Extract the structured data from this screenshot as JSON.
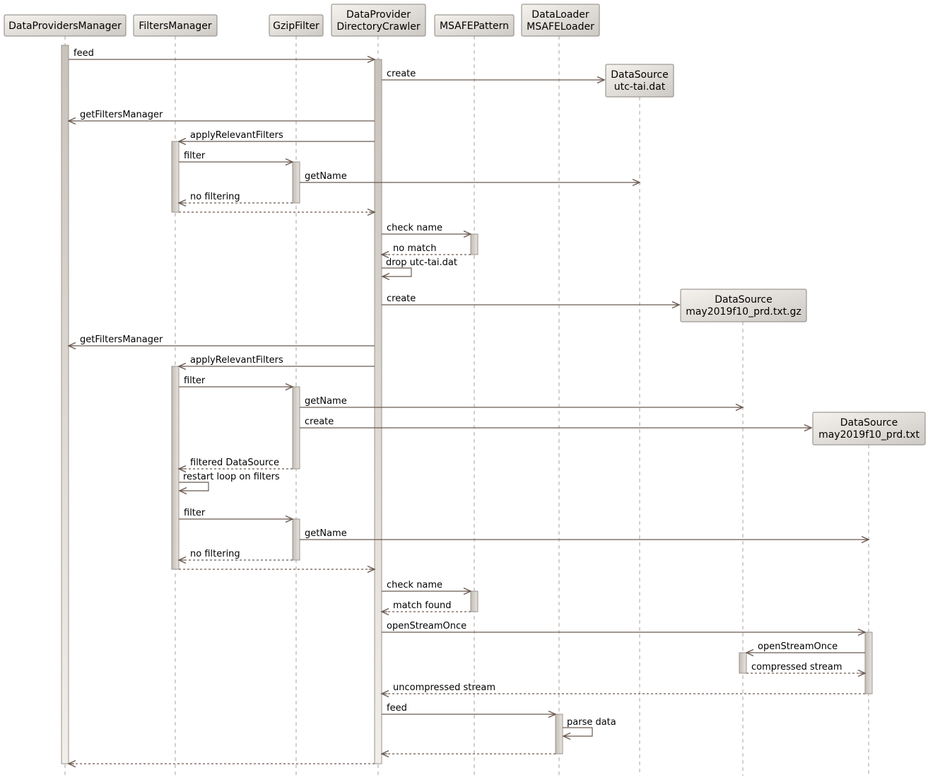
{
  "participants": [
    {
      "id": "dpm",
      "lines": [
        "DataProvidersManager"
      ]
    },
    {
      "id": "fm",
      "lines": [
        "FiltersManager"
      ]
    },
    {
      "id": "gz",
      "lines": [
        "GzipFilter"
      ]
    },
    {
      "id": "crawler",
      "lines": [
        "DataProvider",
        "DirectoryCrawler"
      ]
    },
    {
      "id": "msafe",
      "lines": [
        "MSAFEPattern"
      ]
    },
    {
      "id": "loader",
      "lines": [
        "DataLoader",
        "MSAFELoader"
      ]
    },
    {
      "id": "ds1",
      "lines": [
        "DataSource",
        "utc-tai.dat"
      ]
    },
    {
      "id": "ds2",
      "lines": [
        "DataSource",
        "may2019f10_prd.txt.gz"
      ]
    },
    {
      "id": "ds3",
      "lines": [
        "DataSource",
        "may2019f10_prd.txt"
      ]
    }
  ],
  "messages": [
    {
      "from": "dpm",
      "to": "crawler",
      "label": "feed",
      "style": "solid"
    },
    {
      "from": "crawler",
      "to": "ds1",
      "label": "create",
      "style": "solid"
    },
    {
      "from": "crawler",
      "to": "dpm",
      "label": "getFiltersManager",
      "style": "solid"
    },
    {
      "from": "crawler",
      "to": "fm",
      "label": "applyRelevantFilters",
      "style": "solid"
    },
    {
      "from": "fm",
      "to": "gz",
      "label": "filter",
      "style": "solid"
    },
    {
      "from": "gz",
      "to": "ds1",
      "label": "getName",
      "style": "solid"
    },
    {
      "from": "gz",
      "to": "fm",
      "label": "no filtering",
      "style": "dashed"
    },
    {
      "from": "fm",
      "to": "crawler",
      "label": "",
      "style": "dashed"
    },
    {
      "from": "crawler",
      "to": "msafe",
      "label": "check name",
      "style": "solid"
    },
    {
      "from": "msafe",
      "to": "crawler",
      "label": "no match",
      "style": "dashed"
    },
    {
      "from": "crawler",
      "to": "crawler",
      "label": "drop utc-tai.dat",
      "style": "solid"
    },
    {
      "from": "crawler",
      "to": "ds2",
      "label": "create",
      "style": "solid"
    },
    {
      "from": "crawler",
      "to": "dpm",
      "label": "getFiltersManager",
      "style": "solid"
    },
    {
      "from": "crawler",
      "to": "fm",
      "label": "applyRelevantFilters",
      "style": "solid"
    },
    {
      "from": "fm",
      "to": "gz",
      "label": "filter",
      "style": "solid"
    },
    {
      "from": "gz",
      "to": "ds2",
      "label": "getName",
      "style": "solid"
    },
    {
      "from": "gz",
      "to": "ds3",
      "label": "create",
      "style": "solid"
    },
    {
      "from": "gz",
      "to": "fm",
      "label": "filtered DataSource",
      "style": "dashed"
    },
    {
      "from": "fm",
      "to": "fm",
      "label": "restart loop on filters",
      "style": "solid"
    },
    {
      "from": "fm",
      "to": "gz",
      "label": "filter",
      "style": "solid"
    },
    {
      "from": "gz",
      "to": "ds3",
      "label": "getName",
      "style": "solid"
    },
    {
      "from": "gz",
      "to": "fm",
      "label": "no filtering",
      "style": "dashed"
    },
    {
      "from": "fm",
      "to": "crawler",
      "label": "",
      "style": "dashed"
    },
    {
      "from": "crawler",
      "to": "msafe",
      "label": "check name",
      "style": "solid"
    },
    {
      "from": "msafe",
      "to": "crawler",
      "label": "match found",
      "style": "dashed"
    },
    {
      "from": "crawler",
      "to": "ds3",
      "label": "openStreamOnce",
      "style": "solid"
    },
    {
      "from": "ds3",
      "to": "ds2",
      "label": "openStreamOnce",
      "style": "solid"
    },
    {
      "from": "ds2",
      "to": "ds3",
      "label": "compressed stream",
      "style": "dashed"
    },
    {
      "from": "ds3",
      "to": "crawler",
      "label": "uncompressed stream",
      "style": "dashed"
    },
    {
      "from": "crawler",
      "to": "loader",
      "label": "feed",
      "style": "solid"
    },
    {
      "from": "loader",
      "to": "loader",
      "label": "parse data",
      "style": "solid"
    },
    {
      "from": "loader",
      "to": "crawler",
      "label": "",
      "style": "dashed"
    },
    {
      "from": "crawler",
      "to": "dpm",
      "label": "",
      "style": "dashed"
    }
  ],
  "colors": {
    "arrow": "#6b5a50",
    "lifeline": "#a8a29c",
    "box_border": "#8a8580",
    "box_fill_light": "#f3f0ec",
    "box_fill_dark": "#cfcbc6"
  }
}
